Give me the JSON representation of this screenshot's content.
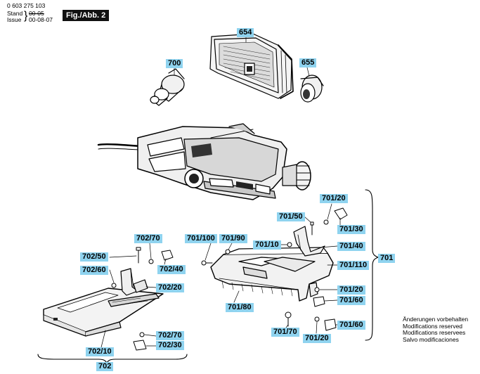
{
  "header": {
    "doc_number": "0 603 275 103",
    "stand_label": "Stand",
    "issue_label": "Issue",
    "old_code": "00-05",
    "issue_code": "00-08-07",
    "figure": "Fig./Abb. 2"
  },
  "parts": {
    "p654": "654",
    "p700": "700",
    "p655": "655",
    "p701_20a": "701/20",
    "p701_50": "701/50",
    "p701_30": "701/30",
    "p701_100": "701/100",
    "p701_90": "701/90",
    "p701_10": "701/10",
    "p701_40": "701/40",
    "p701": "701",
    "p701_110": "701/110",
    "p701_20b": "701/20",
    "p701_60a": "701/60",
    "p701_80": "701/80",
    "p701_60b": "701/60",
    "p701_70": "701/70",
    "p701_20c": "701/20",
    "p702_70a": "702/70",
    "p702_50": "702/50",
    "p702_60": "702/60",
    "p702_40": "702/40",
    "p702_20": "702/20",
    "p702_70b": "702/70",
    "p702_30": "702/30",
    "p702_10": "702/10",
    "p702": "702"
  },
  "notice": {
    "line1": "Änderungen vorbehalten",
    "line2": "Modifications reserved",
    "line3": "Modifications reservees",
    "line4": "Salvo modificaciones"
  }
}
